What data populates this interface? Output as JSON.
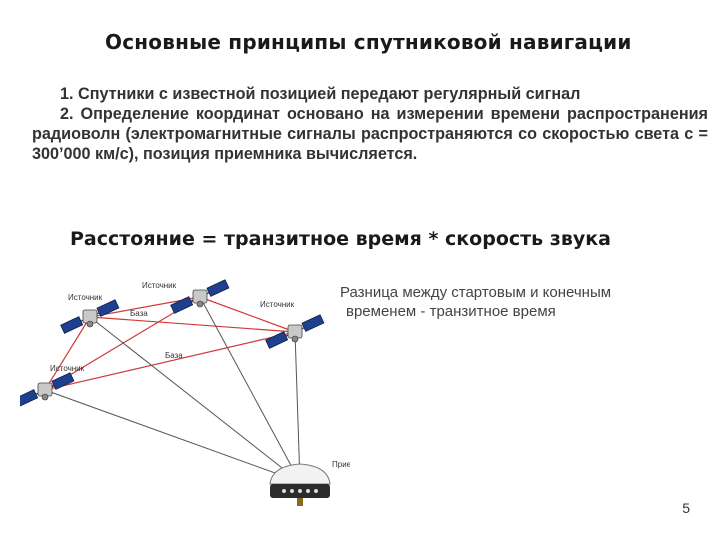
{
  "slide": {
    "title": "Основные принципы спутниковой навигации",
    "points": [
      {
        "number": "1.",
        "text": "Спутники с известной позицией передают регулярный сигнал"
      },
      {
        "number": "2.",
        "text": "Определение координат основано на измерении времени распространения радиоволн (электромагнитные сигналы распространяются со скоростью света с = 300’000 км/с), позиция приемника вычисляется."
      }
    ],
    "formula": "Расстояние = транзитное время * скорость звука",
    "caption": {
      "line1": "Разница между стартовым и конечным",
      "line2": "временем -  транзитное время"
    },
    "page_number": "5"
  },
  "diagram": {
    "labels": {
      "source_1": "Источник",
      "source_2": "Источник",
      "source_3": "Источник",
      "source_4": "Источник",
      "base_1": "База",
      "base_2": "База",
      "receiver": "Приемник"
    },
    "colors": {
      "base_lines": "#d03a3a",
      "signal_lines": "#555555",
      "solar_panel": "#1f3f8f",
      "satellite_body": "#c9c9c9"
    },
    "icons": [
      "satellite-icon",
      "gps-receiver-icon"
    ]
  }
}
